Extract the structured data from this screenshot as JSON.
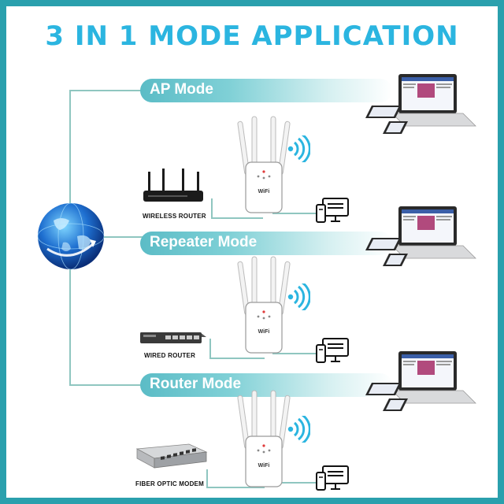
{
  "title": "3 IN 1 MODE APPLICATION",
  "modes": [
    {
      "label": "AP Mode",
      "device_label": "WIRELESS ROUTER"
    },
    {
      "label": "Repeater Mode",
      "device_label": "WIRED ROUTER"
    },
    {
      "label": "Router Mode",
      "device_label": "FIBER OPTIC MODEM"
    }
  ],
  "extender_brand": "WiFi",
  "icons": [
    "globe-icon",
    "wifi-signal-icon",
    "computer-icon",
    "laptop-icon",
    "phone-icon",
    "tablet-icon",
    "extender-icon",
    "router-icon",
    "modem-icon"
  ],
  "colors": {
    "border": "#2aa0ad",
    "title": "#2bb5e0",
    "mode_bar": "#5bbcc6",
    "connector": "#8fc6c0"
  }
}
